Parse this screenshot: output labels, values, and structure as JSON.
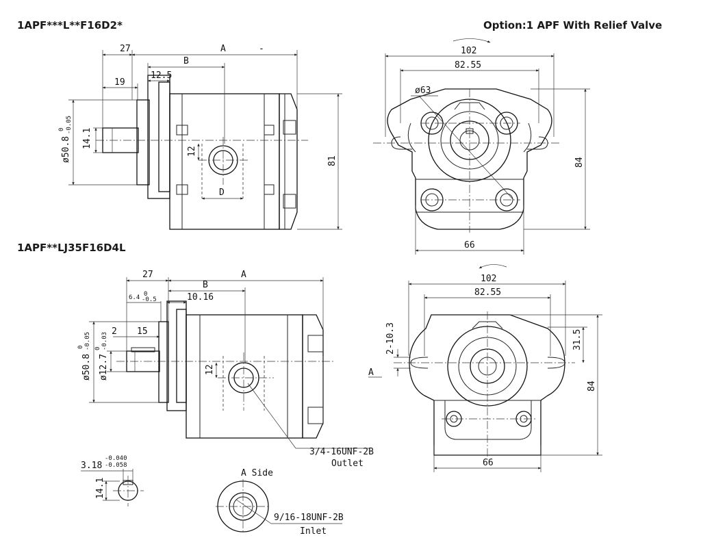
{
  "headers": {
    "top_left": "1APF***L**F16D2*",
    "top_right": "Option:1 APF With Relief Valve",
    "middle_left": "1APF**LJ35F16D4L"
  },
  "view1": {
    "dim_27": "27",
    "dim_A": "A",
    "dim_dash": "-",
    "dim_B": "B",
    "dim_19": "19",
    "dim_12_5": "12.5",
    "dim_14_1": "14.1",
    "dim_dia": "ø50.8",
    "dim_dia_tol": "0",
    "dim_dia_tol2": "-0.05",
    "dim_12": "12",
    "dim_D": "D",
    "dim_81": "81"
  },
  "view2": {
    "dim_102": "102",
    "dim_82_55": "82.55",
    "dim_dia63": "ø63",
    "dim_84": "84",
    "dim_66": "66"
  },
  "view3": {
    "dim_27": "27",
    "dim_A": "A",
    "dim_B": "B",
    "dim_6_4": "6.4",
    "dim_6_4_tol1": "0",
    "dim_6_4_tol2": "-0.5",
    "dim_10_16": "10.16",
    "dim_2": "2",
    "dim_15": "15",
    "dim_dia50": "ø50.8",
    "dim_dia50_tol1": "0",
    "dim_dia50_tol2": "-0.05",
    "dim_dia12": "ø12.7",
    "dim_dia12_tol1": "0",
    "dim_dia12_tol2": "-0.03",
    "dim_12": "12",
    "outlet_thread": "3/4-16UNF-2B",
    "outlet_label": "Outlet"
  },
  "view4": {
    "dim_102": "102",
    "dim_82_55": "82.55",
    "dim_2_10_3": "2-10.3",
    "dim_31_5": "31.5",
    "dim_84": "84",
    "dim_66": "66",
    "dim_A_arrow": "A"
  },
  "key_detail": {
    "dim_3_18": "3.18",
    "dim_3_18_tol1": "-0.040",
    "dim_3_18_tol2": "-0.058",
    "dim_14_1": "14.1"
  },
  "a_side": {
    "title": "A Side",
    "inlet_thread": "9/16-18UNF-2B",
    "inlet_label": "Inlet"
  }
}
